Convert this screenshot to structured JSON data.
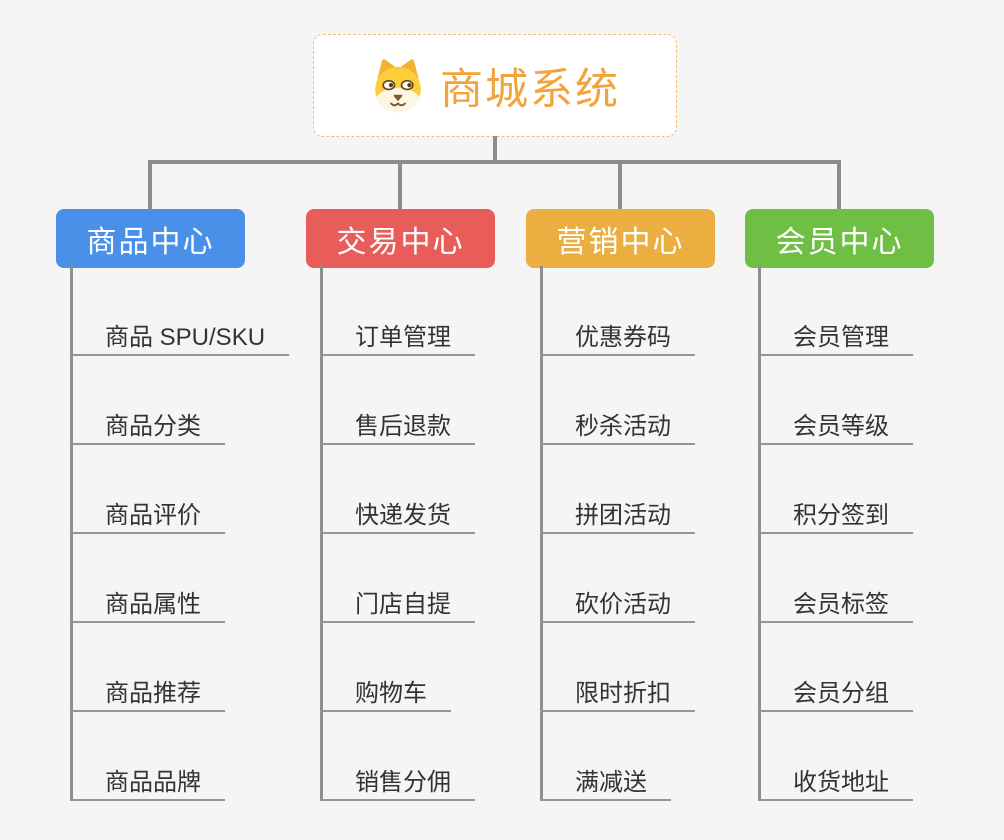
{
  "root": {
    "title": "商城系统",
    "icon": "dog-face-icon",
    "title_color": "#f1a33c",
    "border_color": "#f3be6b"
  },
  "connector_color": "#8c8c8c",
  "branches": [
    {
      "label": "商品中心",
      "color": "#4A90E8",
      "items": [
        "商品 SPU/SKU",
        "商品分类",
        "商品评价",
        "商品属性",
        "商品推荐",
        "商品品牌"
      ]
    },
    {
      "label": "交易中心",
      "color": "#E85C5A",
      "items": [
        "订单管理",
        "售后退款",
        "快递发货",
        "门店自提",
        "购物车",
        "销售分佣"
      ]
    },
    {
      "label": "营销中心",
      "color": "#ECAE40",
      "items": [
        "优惠券码",
        "秒杀活动",
        "拼团活动",
        "砍价活动",
        "限时折扣",
        "满减送"
      ]
    },
    {
      "label": "会员中心",
      "color": "#6FBF44",
      "items": [
        "会员管理",
        "会员等级",
        "积分签到",
        "会员标签",
        "会员分组",
        "收货地址"
      ]
    }
  ]
}
